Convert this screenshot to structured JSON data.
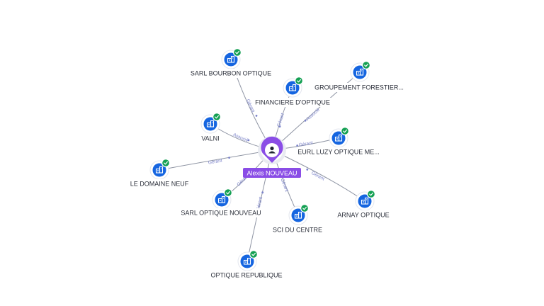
{
  "center": {
    "name": "Alexis NOUVEAU",
    "icon": "person-icon",
    "color": "#8a4de6"
  },
  "company_icon": "building-icon",
  "verified_icon": "check-badge-icon",
  "colors": {
    "company": "#1565e0",
    "verified": "#14a053",
    "edge": "#8e94a3",
    "edge_label": "#7a82c9"
  },
  "nodes": [
    {
      "id": "sarl-bourbon-optique",
      "label": "SARL BOURBON OPTIQUE",
      "relation": "Gérant"
    },
    {
      "id": "financiere-d-optique",
      "label": "FINANCIERE D'OPTIQUE",
      "relation": "Gérant"
    },
    {
      "id": "groupement-forestier",
      "label": "GROUPEMENT FORESTIER...",
      "relation": "Associé"
    },
    {
      "id": "valni",
      "label": "VALNI",
      "relation": "Associé"
    },
    {
      "id": "eurl-luzy-optique",
      "label": "EURL LUZY OPTIQUE ME...",
      "relation": "Gérant"
    },
    {
      "id": "le-domaine-neuf",
      "label": "LE DOMAINE NEUF",
      "relation": "Gérant"
    },
    {
      "id": "sarl-optique-nouveau",
      "label": "SARL OPTIQUE NOUVEAU",
      "relation": "Gérant"
    },
    {
      "id": "sci-du-centre",
      "label": "SCI DU CENTRE",
      "relation": "Gérant"
    },
    {
      "id": "arnay-optique",
      "label": "ARNAY OPTIQUE",
      "relation": "Gérant"
    },
    {
      "id": "optique-republique",
      "label": "OPTIQUE REPUBLIQUE",
      "relation": "Gérant"
    }
  ]
}
